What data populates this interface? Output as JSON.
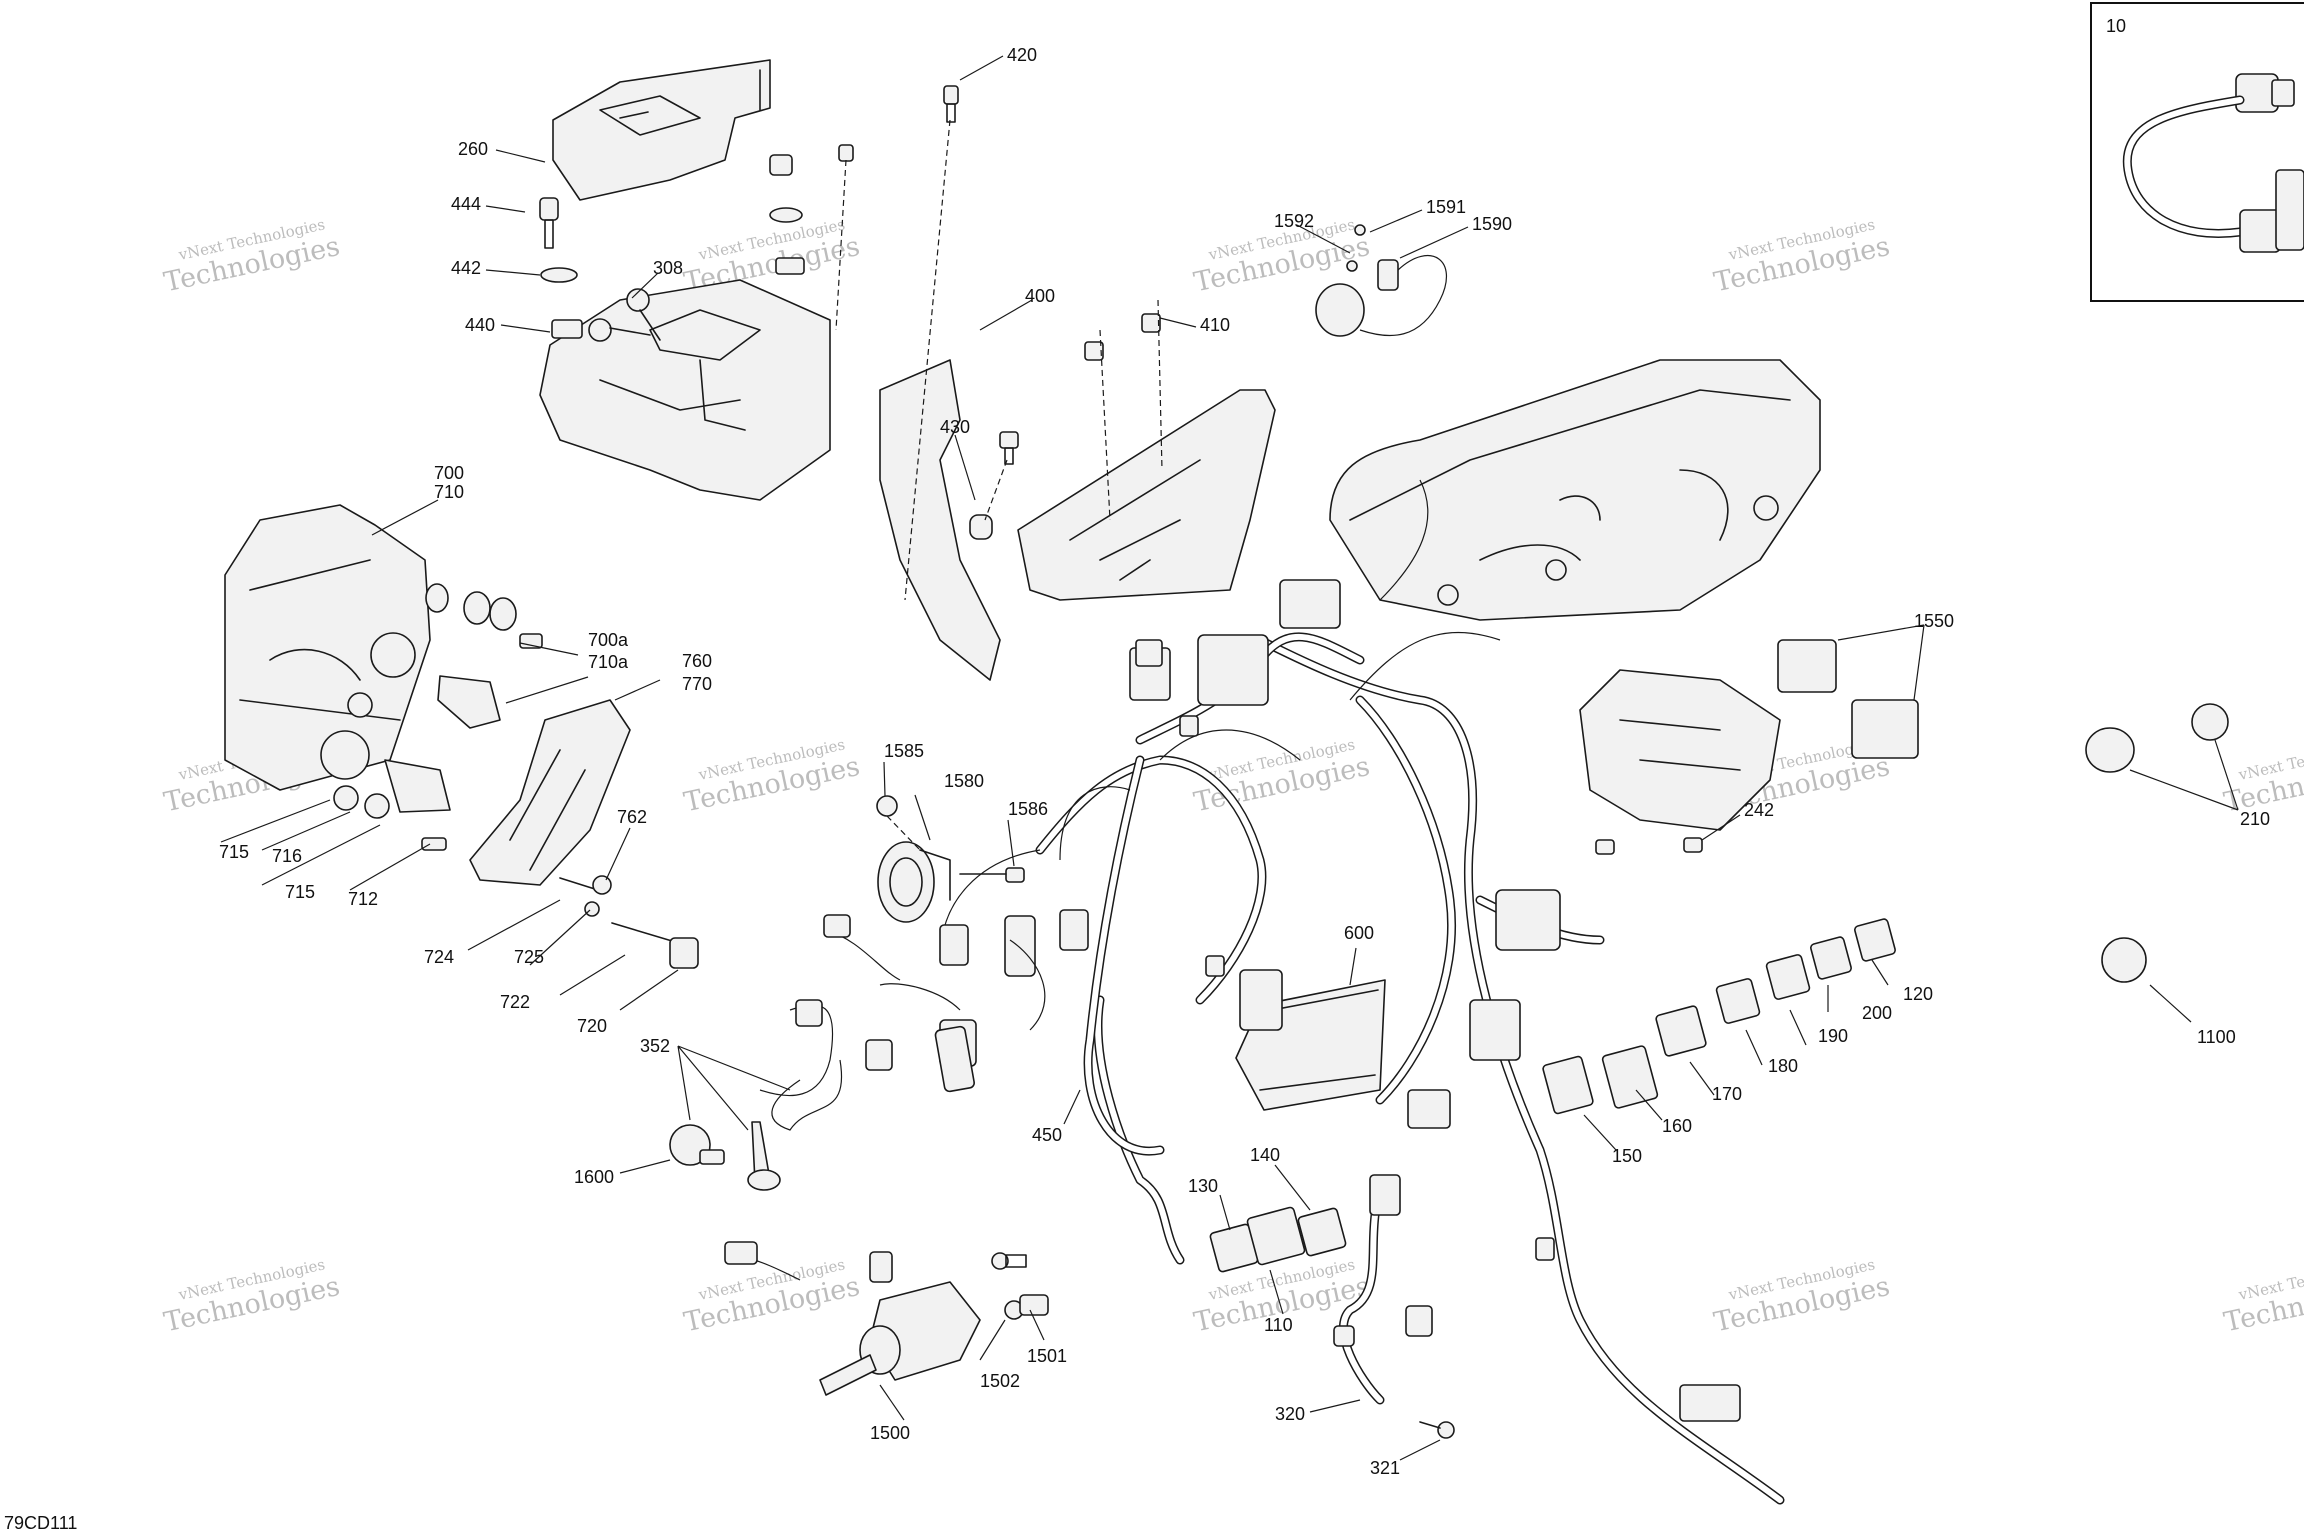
{
  "diagram_id": "79CD111",
  "watermark": {
    "line1": "vNext Technologies",
    "line2": "Technologies"
  },
  "inset": {
    "label": "10"
  },
  "labels": {
    "p10": "10",
    "p260": "260",
    "p444": "444",
    "p442": "442",
    "p308": "308",
    "p440": "440",
    "p420": "420",
    "p400": "400",
    "p410": "410",
    "p430": "430",
    "p1592": "1592",
    "p1591": "1591",
    "p1590": "1590",
    "p700": "700",
    "p710": "710",
    "p700a": "700a",
    "p710a": "710a",
    "p760": "760",
    "p770": "770",
    "p715a": "715",
    "p716": "716",
    "p715b": "715",
    "p712": "712",
    "p762": "762",
    "p724": "724",
    "p725": "725",
    "p722": "722",
    "p720": "720",
    "p1585": "1585",
    "p1580": "1580",
    "p1586": "1586",
    "p1550": "1550",
    "p242": "242",
    "p210": "210",
    "p1100": "1100",
    "p600": "600",
    "p120": "120",
    "p200": "200",
    "p190": "190",
    "p180": "180",
    "p170": "170",
    "p160": "160",
    "p150": "150",
    "p352": "352",
    "p1600": "1600",
    "p450": "450",
    "p130": "130",
    "p140": "140",
    "p110": "110",
    "p320": "320",
    "p321": "321",
    "p1500": "1500",
    "p1501": "1501",
    "p1502": "1502"
  }
}
